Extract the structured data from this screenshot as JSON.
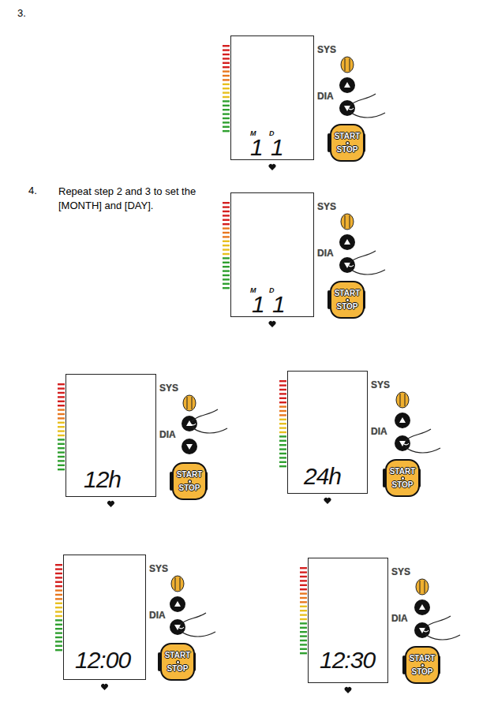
{
  "diagram": {
    "nodes": [
      {
        "text": [
          "M",
          "D",
          "1",
          "1"
        ]
      },
      {
        "text": [
          "START",
          "STOP"
        ]
      },
      {
        "text": [
          "M",
          "D",
          "1",
          "1"
        ]
      },
      {
        "text": [
          "START",
          "STOP"
        ]
      },
      {
        "text": [
          "12h"
        ]
      },
      {
        "text": [
          "START",
          "STOP"
        ]
      },
      {
        "text": [
          "24h"
        ]
      },
      {
        "text": [
          "START",
          "STOP"
        ]
      },
      {
        "text": [
          "12:00"
        ]
      },
      {
        "text": [
          "START",
          "STOP"
        ]
      },
      {
        "text": [
          "12:30"
        ]
      },
      {
        "text": [
          "START",
          "STOP"
        ]
      }
    ],
    "labels": [
      "3.",
      "4.",
      "Repeat step 2 and 3 to set the [MONTH] and [DAY].",
      "SYS",
      "DIA",
      "SYS",
      "DIA",
      "SYS",
      "DIA",
      "SYS",
      "DIA",
      "SYS",
      "DIA",
      "SYS",
      "DIA"
    ]
  }
}
